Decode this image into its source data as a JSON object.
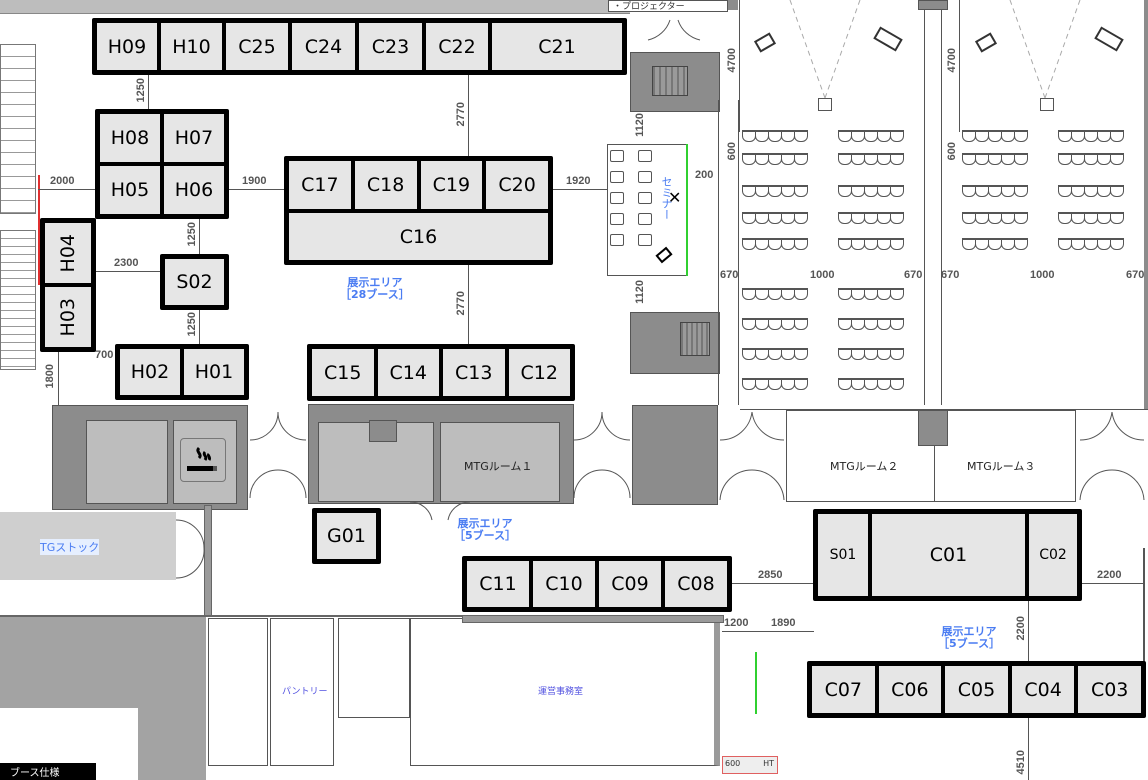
{
  "floorplan": {
    "top_notice": "・プロジェクター",
    "booth_spec_label": "ブース仕様",
    "areas": {
      "area_28": {
        "line1": "展示エリア",
        "line2": "［28ブース］"
      },
      "area_5a": {
        "line1": "展示エリア",
        "line2": "［5ブース］"
      },
      "area_5b": {
        "line1": "展示エリア",
        "line2": "［5ブース］"
      }
    },
    "rooms": {
      "mtg1": "MTGルーム１",
      "mtg2": "MTGルーム２",
      "mtg3": "MTGルーム３",
      "tg_stock": "TGストック",
      "pantry": "パントリー",
      "office": "運営事務室",
      "seminar": "セミナー",
      "ht": "HT",
      "ht_size": "600"
    },
    "booths": {
      "top_row": [
        "H09",
        "H10",
        "C25",
        "C24",
        "C23",
        "C22",
        "C21"
      ],
      "h_block_top": [
        "H08",
        "H07"
      ],
      "h_block_bottom": [
        "H05",
        "H06"
      ],
      "h_vertical": [
        "H04",
        "H03"
      ],
      "s02": "S02",
      "h_bottom": [
        "H02",
        "H01"
      ],
      "c_mid_top": [
        "C17",
        "C18",
        "C19",
        "C20"
      ],
      "c16": "C16",
      "c_mid_bottom": [
        "C15",
        "C14",
        "C13",
        "C12"
      ],
      "g01": "G01",
      "c_lower": [
        "C11",
        "C10",
        "C09",
        "C08"
      ],
      "right_block": [
        "S01",
        "C01",
        "C02"
      ],
      "bottom_right": [
        "C07",
        "C06",
        "C05",
        "C04",
        "C03"
      ]
    },
    "dimensions": {
      "d1250_top": "1250",
      "d2000": "2000",
      "d1900": "1900",
      "d1250_mid": "1250",
      "d2300": "2300",
      "d1250_low": "1250",
      "d700": "700",
      "d1800": "1800",
      "d2770_top": "2770",
      "d2770_bottom": "2770",
      "d1920": "1920",
      "d1120_top": "1120",
      "d1120_bottom": "1120",
      "d200": "200",
      "d4700_a": "4700",
      "d4700_b": "4700",
      "d600_a": "600",
      "d600_b": "600",
      "d670_1": "670",
      "d1000_1": "1000",
      "d670_2": "670",
      "d670_3": "670",
      "d1000_2": "1000",
      "d670_4": "670",
      "d2850": "2850",
      "d2200_h": "2200",
      "d2200_v": "2200",
      "d1200": "1200",
      "d1890": "1890",
      "d4510": "4510"
    }
  }
}
